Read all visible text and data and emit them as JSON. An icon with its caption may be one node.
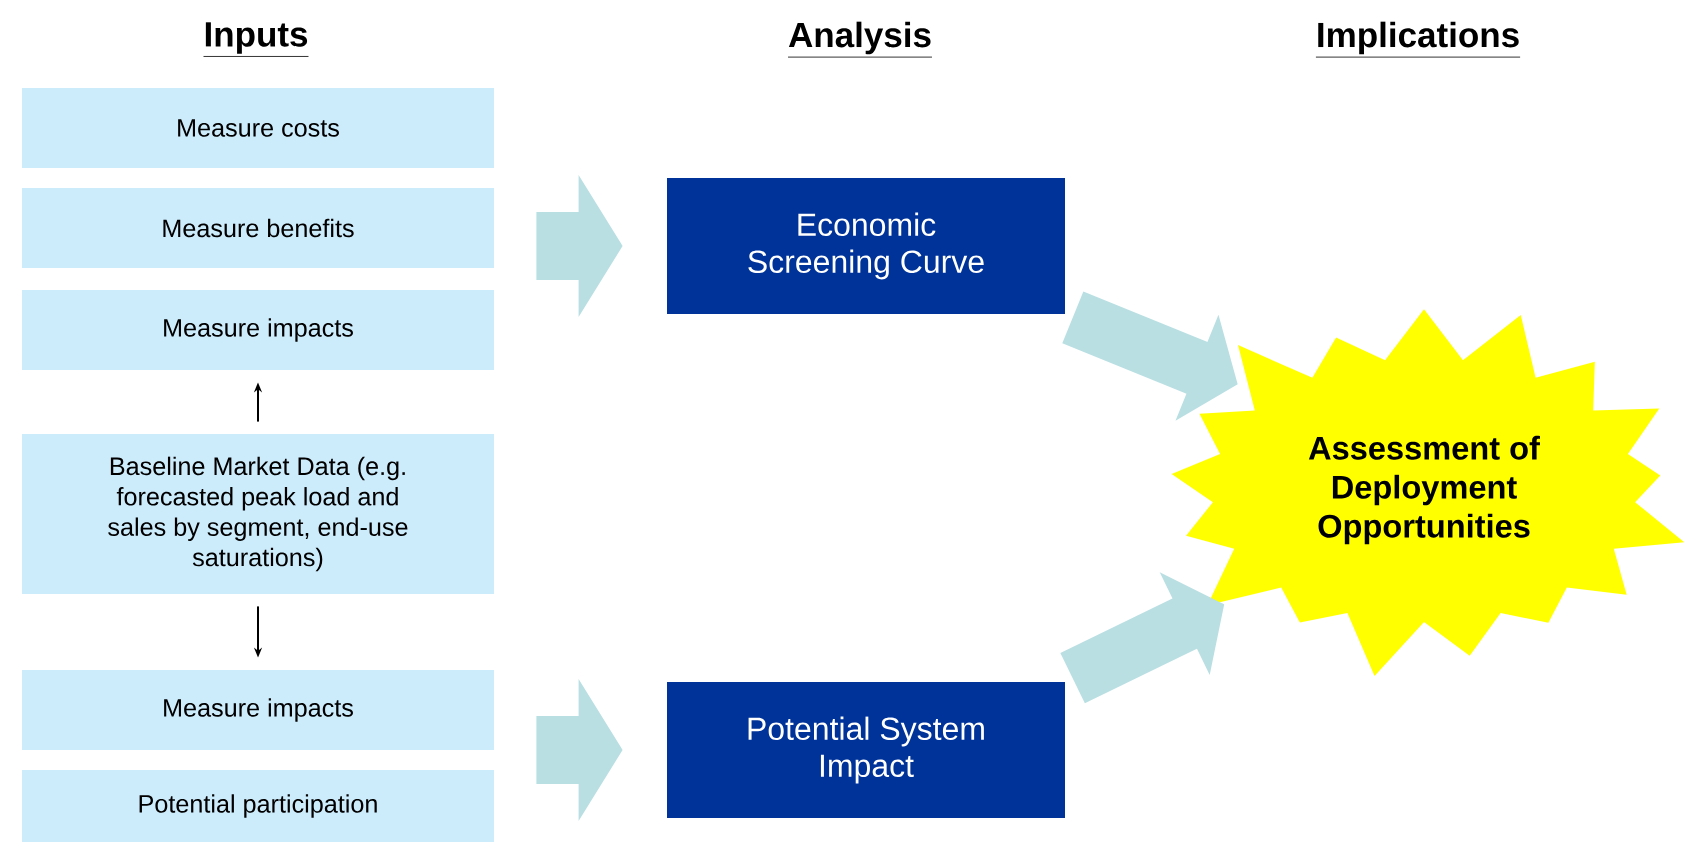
{
  "diagram": {
    "nodes": [
      {
        "text": [
          "Measure costs"
        ]
      },
      {
        "text": [
          "Measure benefits"
        ]
      },
      {
        "text": [
          "Measure impacts"
        ]
      },
      {
        "text": [
          "Baseline Market Data (e.g. forecasted peak load and sales by segment, end-use saturations)"
        ]
      },
      {
        "text": [
          "Measure impacts"
        ]
      },
      {
        "text": [
          "Potential participation"
        ]
      },
      {
        "text": [
          "Economic Screening Curve"
        ]
      },
      {
        "text": [
          "Potential System Impact"
        ]
      },
      {
        "text": [
          "Assessment of Deployment Opportunities"
        ]
      }
    ],
    "edges": [
      {
        "from": 3,
        "to": 2,
        "arrow": "to",
        "color": "#000000"
      },
      {
        "from": 3,
        "to": 4,
        "arrow": "to",
        "color": "#000000"
      },
      {
        "from": 1,
        "to": 6,
        "arrow": "to"
      },
      {
        "from": 4,
        "to": 7,
        "arrow": "to"
      },
      {
        "from": 6,
        "to": 8,
        "arrow": "to"
      },
      {
        "from": 7,
        "to": 8,
        "arrow": "to"
      }
    ],
    "labels": [
      "Inputs",
      "Analysis",
      "Implications"
    ]
  }
}
